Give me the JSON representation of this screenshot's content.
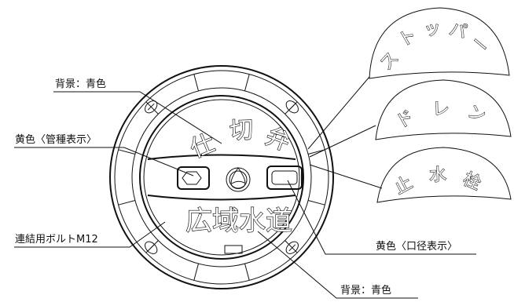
{
  "labels": {
    "bg_top": "背景：青色",
    "pipe_type": "黄色〈管種表示〉",
    "bolt": "連結用ボルトM12",
    "diameter": "黄色〈口径表示〉",
    "bg_bottom": "背景：青色"
  },
  "lid": {
    "top_text": [
      "仕",
      "切",
      "弁"
    ],
    "bottom_text": "広域水道"
  },
  "variants": [
    {
      "text": [
        "ス",
        "ト",
        "ッ",
        "パ",
        "ー"
      ]
    },
    {
      "text": [
        "ド",
        "レ",
        "ン"
      ]
    },
    {
      "text": [
        "止",
        "水",
        "栓"
      ]
    }
  ]
}
